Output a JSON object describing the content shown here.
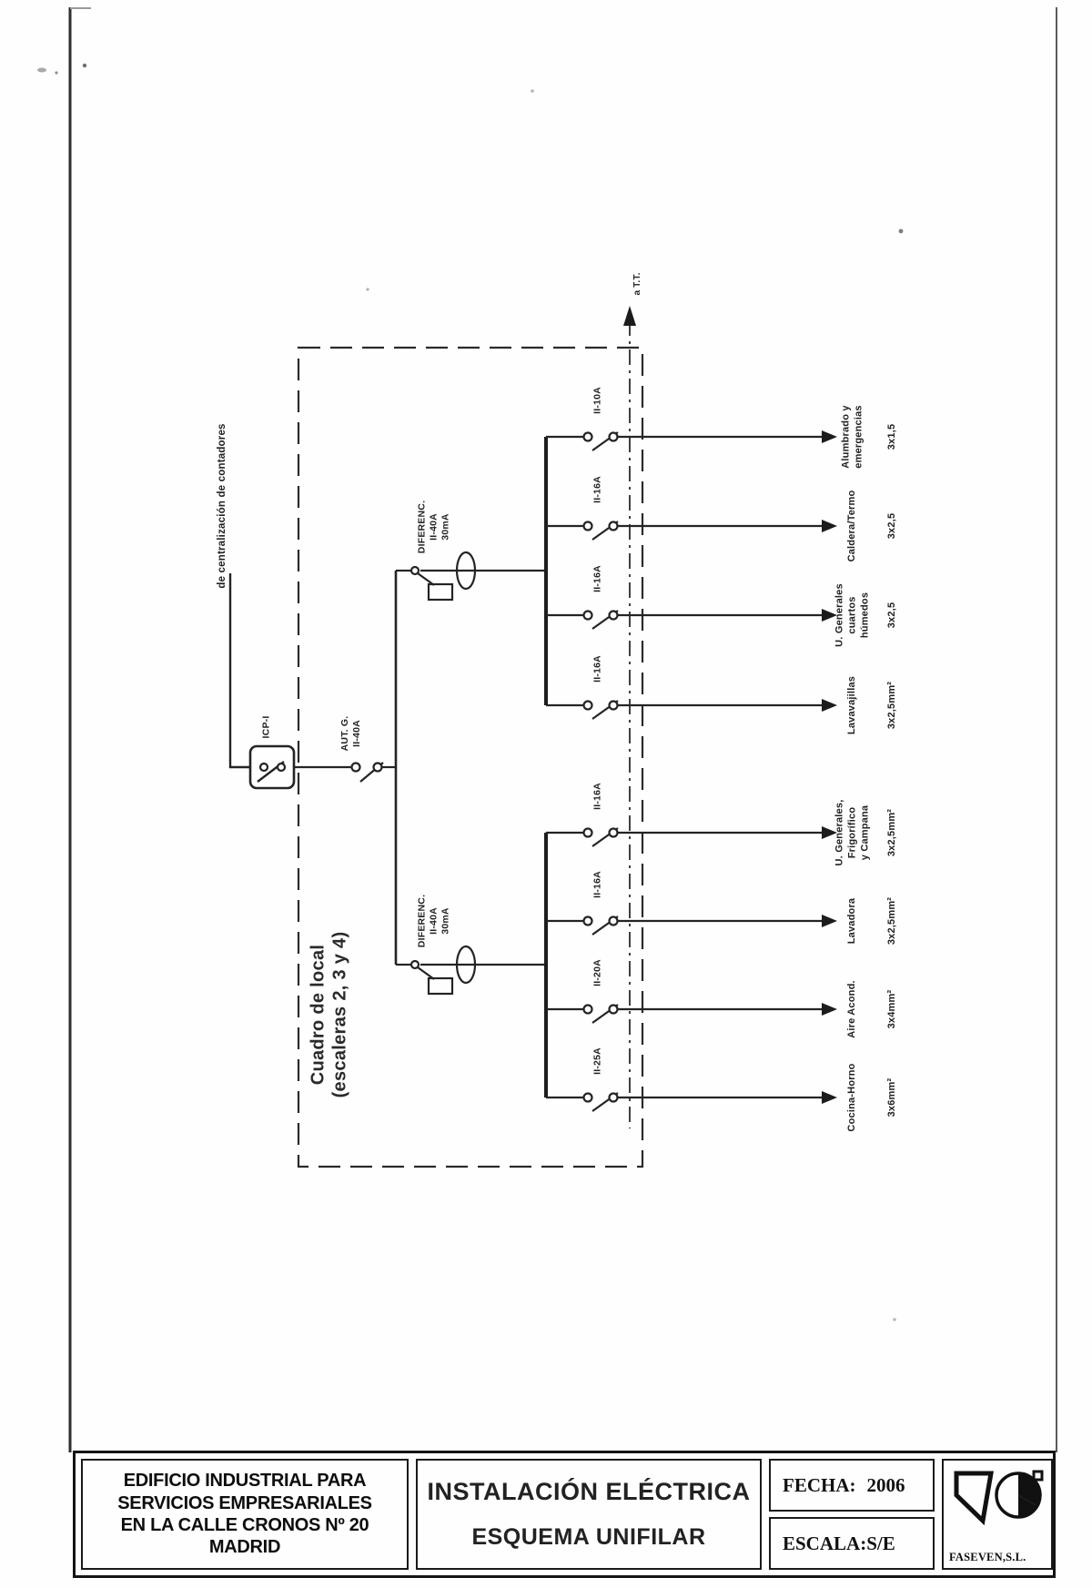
{
  "schematic": {
    "incoming_label": "de centralización de contadores",
    "icp_label": "ICP-I",
    "main_switch_label": "AUT. G.\nII-40A",
    "rcd_top_label": "DIFERENC.\nII-40A\n30mA",
    "rcd_bottom_label": "DIFERENC.\nII-40A\n30mA",
    "earth_label": "a T.T.",
    "board_label": "Cuadro de local\n(escaleras 2, 3 y 4)",
    "circuits": [
      {
        "breaker": "II-10A",
        "name": "Alumbrado y\nemergencias",
        "cable": "3x1,5"
      },
      {
        "breaker": "II-16A",
        "name": "Caldera/Termo",
        "cable": "3x2,5"
      },
      {
        "breaker": "II-16A",
        "name": "U. Generales\ncuartos\nhúmedos",
        "cable": "3x2,5"
      },
      {
        "breaker": "II-16A",
        "name": "Lavavajillas",
        "cable": "3x2,5mm²"
      },
      {
        "breaker": "II-16A",
        "name": "U. Generales,\nFrigorífico\ny Campana",
        "cable": "3x2,5mm²"
      },
      {
        "breaker": "II-16A",
        "name": "Lavadora",
        "cable": "3x2,5mm²"
      },
      {
        "breaker": "II-20A",
        "name": "Aire Acond.",
        "cable": "3x4mm²"
      },
      {
        "breaker": "II-25A",
        "name": "Cocina-Horno",
        "cable": "3x6mm²"
      }
    ]
  },
  "title_block": {
    "project": "EDIFICIO INDUSTRIAL PARA\nSERVICIOS EMPRESARIALES\nEN LA CALLE CRONOS Nº 20\nMADRID",
    "title_line1": "INSTALACIÓN ELÉCTRICA",
    "title_line2": "ESQUEMA UNIFILAR",
    "fecha_label": "FECHA:",
    "fecha_value": "2006",
    "escala_label": "ESCALA:",
    "escala_value": "S/E",
    "company": "FASEVEN,S.L."
  }
}
